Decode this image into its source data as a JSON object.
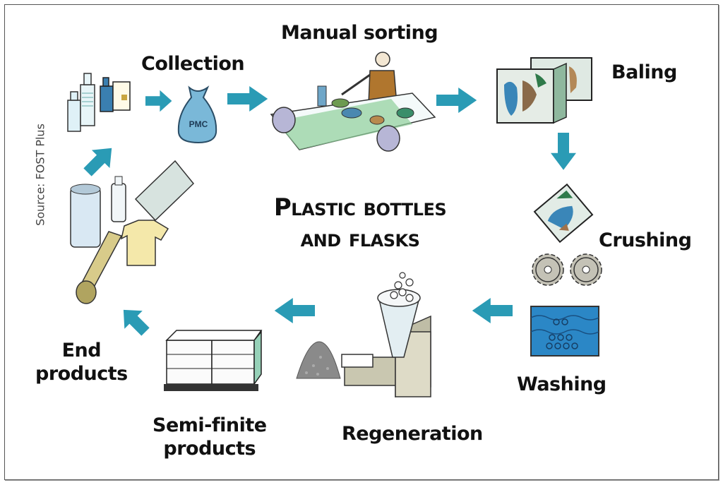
{
  "diagram": {
    "title_line1": "Plastic bottles",
    "title_line2": "and flasks",
    "source": "Source: FOST Plus",
    "arrow_color": "#2a9bb5",
    "stages": {
      "collection": "Collection",
      "manual_sorting": "Manual sorting",
      "baling": "Baling",
      "crushing": "Crushing",
      "washing": "Washing",
      "regeneration": "Regeneration",
      "semi_finite_line1": "Semi-finite",
      "semi_finite_line2": "products",
      "end_products_line1": "End",
      "end_products_line2": "products"
    },
    "bag_label": "PMC",
    "flow": [
      "Collection",
      "Manual sorting",
      "Baling",
      "Crushing",
      "Washing",
      "Regeneration",
      "Semi-finite products",
      "End products",
      "Collection"
    ]
  }
}
